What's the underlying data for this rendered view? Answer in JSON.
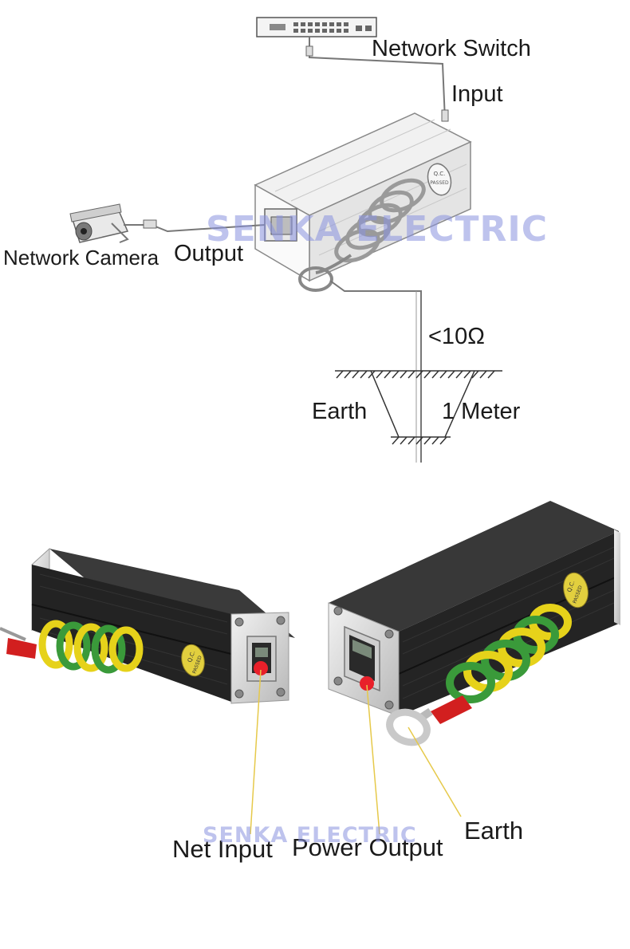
{
  "diagram": {
    "labels": {
      "network_switch": "Network Switch",
      "input": "Input",
      "network_camera": "Network Camera",
      "output": "Output",
      "resistance": "<10Ω",
      "earth": "Earth",
      "depth": "1 Meter"
    },
    "watermark": "SENKA ELECTRIC",
    "qc_stamp_lines": [
      "Q.C.",
      "PASSED"
    ]
  },
  "photo": {
    "labels": {
      "net_input": "Net Input",
      "power_output": "Power Output",
      "earth": "Earth"
    },
    "watermark": "SENKA ELECTRIC",
    "qc_stamp_lines": [
      "Q.C.",
      "PASSED"
    ],
    "colors": {
      "housing": "#2b2b2b",
      "ground_wire_yellow": "#e6d21a",
      "ground_wire_green": "#3a9a3a",
      "terminal_red": "#d21f1f",
      "callout_line": "#e6c94a"
    }
  }
}
